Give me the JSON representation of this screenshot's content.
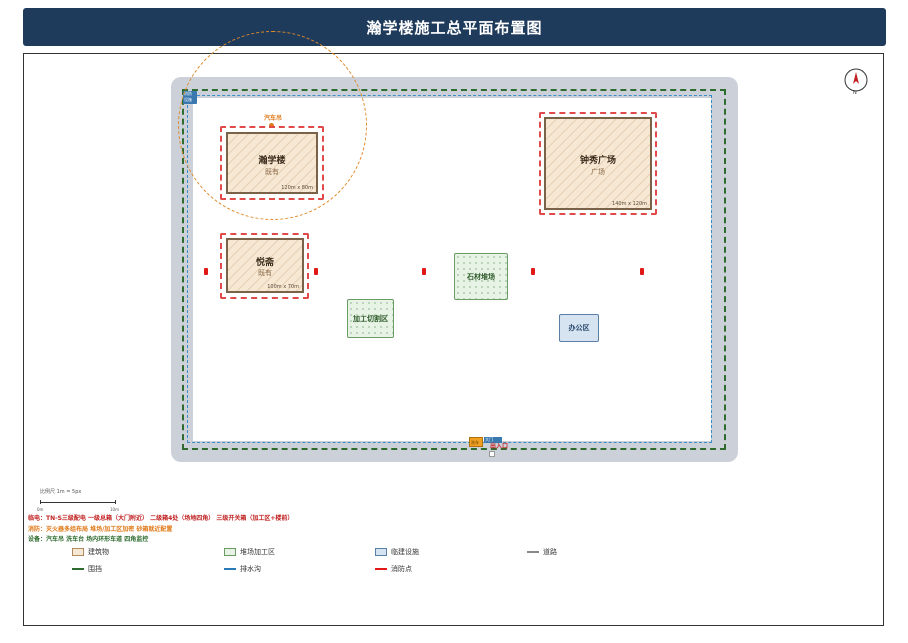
{
  "title": "瀚学楼施工总平面布置图",
  "crane": {
    "label": "汽车吊"
  },
  "gate_labels": {
    "wash": "洗车",
    "label2": "大门",
    "entrance": "出入口",
    "shelter": "门卫"
  },
  "corner_label": {
    "line1": "消防",
    "line2": "设施"
  },
  "buildings": [
    {
      "name": "瀚学楼",
      "kind": "既有",
      "dim": "120m x 80m"
    },
    {
      "name": "钟秀广场",
      "kind": "广场",
      "dim": "140m x 120m"
    },
    {
      "name": "悦斋",
      "kind": "既有",
      "dim": "100m x 70m"
    }
  ],
  "yards": [
    {
      "label": "石材堆场"
    },
    {
      "label": "加工切割区"
    }
  ],
  "office": {
    "label": "办公区"
  },
  "compass": {
    "letter": "N"
  },
  "scale": {
    "text": "比例尺 1m = 5px",
    "zero": "0m",
    "end": "10m"
  },
  "notes": {
    "power": "临电：TN-S三级配电 一级总箱（大门附近） 二级箱4处（场地四角） 三级开关箱（加工区+楼前）",
    "fire": "消防：灭火器多组布局 堆场/加工区加密 砂箱就近配置",
    "equipment": "设备：汽车吊 洗车台 场内环形车道 四角监控"
  },
  "legend": [
    {
      "label": "建筑物",
      "color": "#f6e8d2",
      "border": "#b08a60"
    },
    {
      "label": "堆场加工区",
      "color": "#e7f3e4",
      "border": "#6c9c66"
    },
    {
      "label": "临建设施",
      "color": "#d6e4f2",
      "border": "#5a7fa6"
    },
    {
      "label": "道路",
      "color": "#888888"
    },
    {
      "label": "围挡",
      "color": "#2e6b2e"
    },
    {
      "label": "排水沟",
      "color": "#2b7ab8"
    },
    {
      "label": "消防点",
      "color": "#e01818"
    }
  ]
}
